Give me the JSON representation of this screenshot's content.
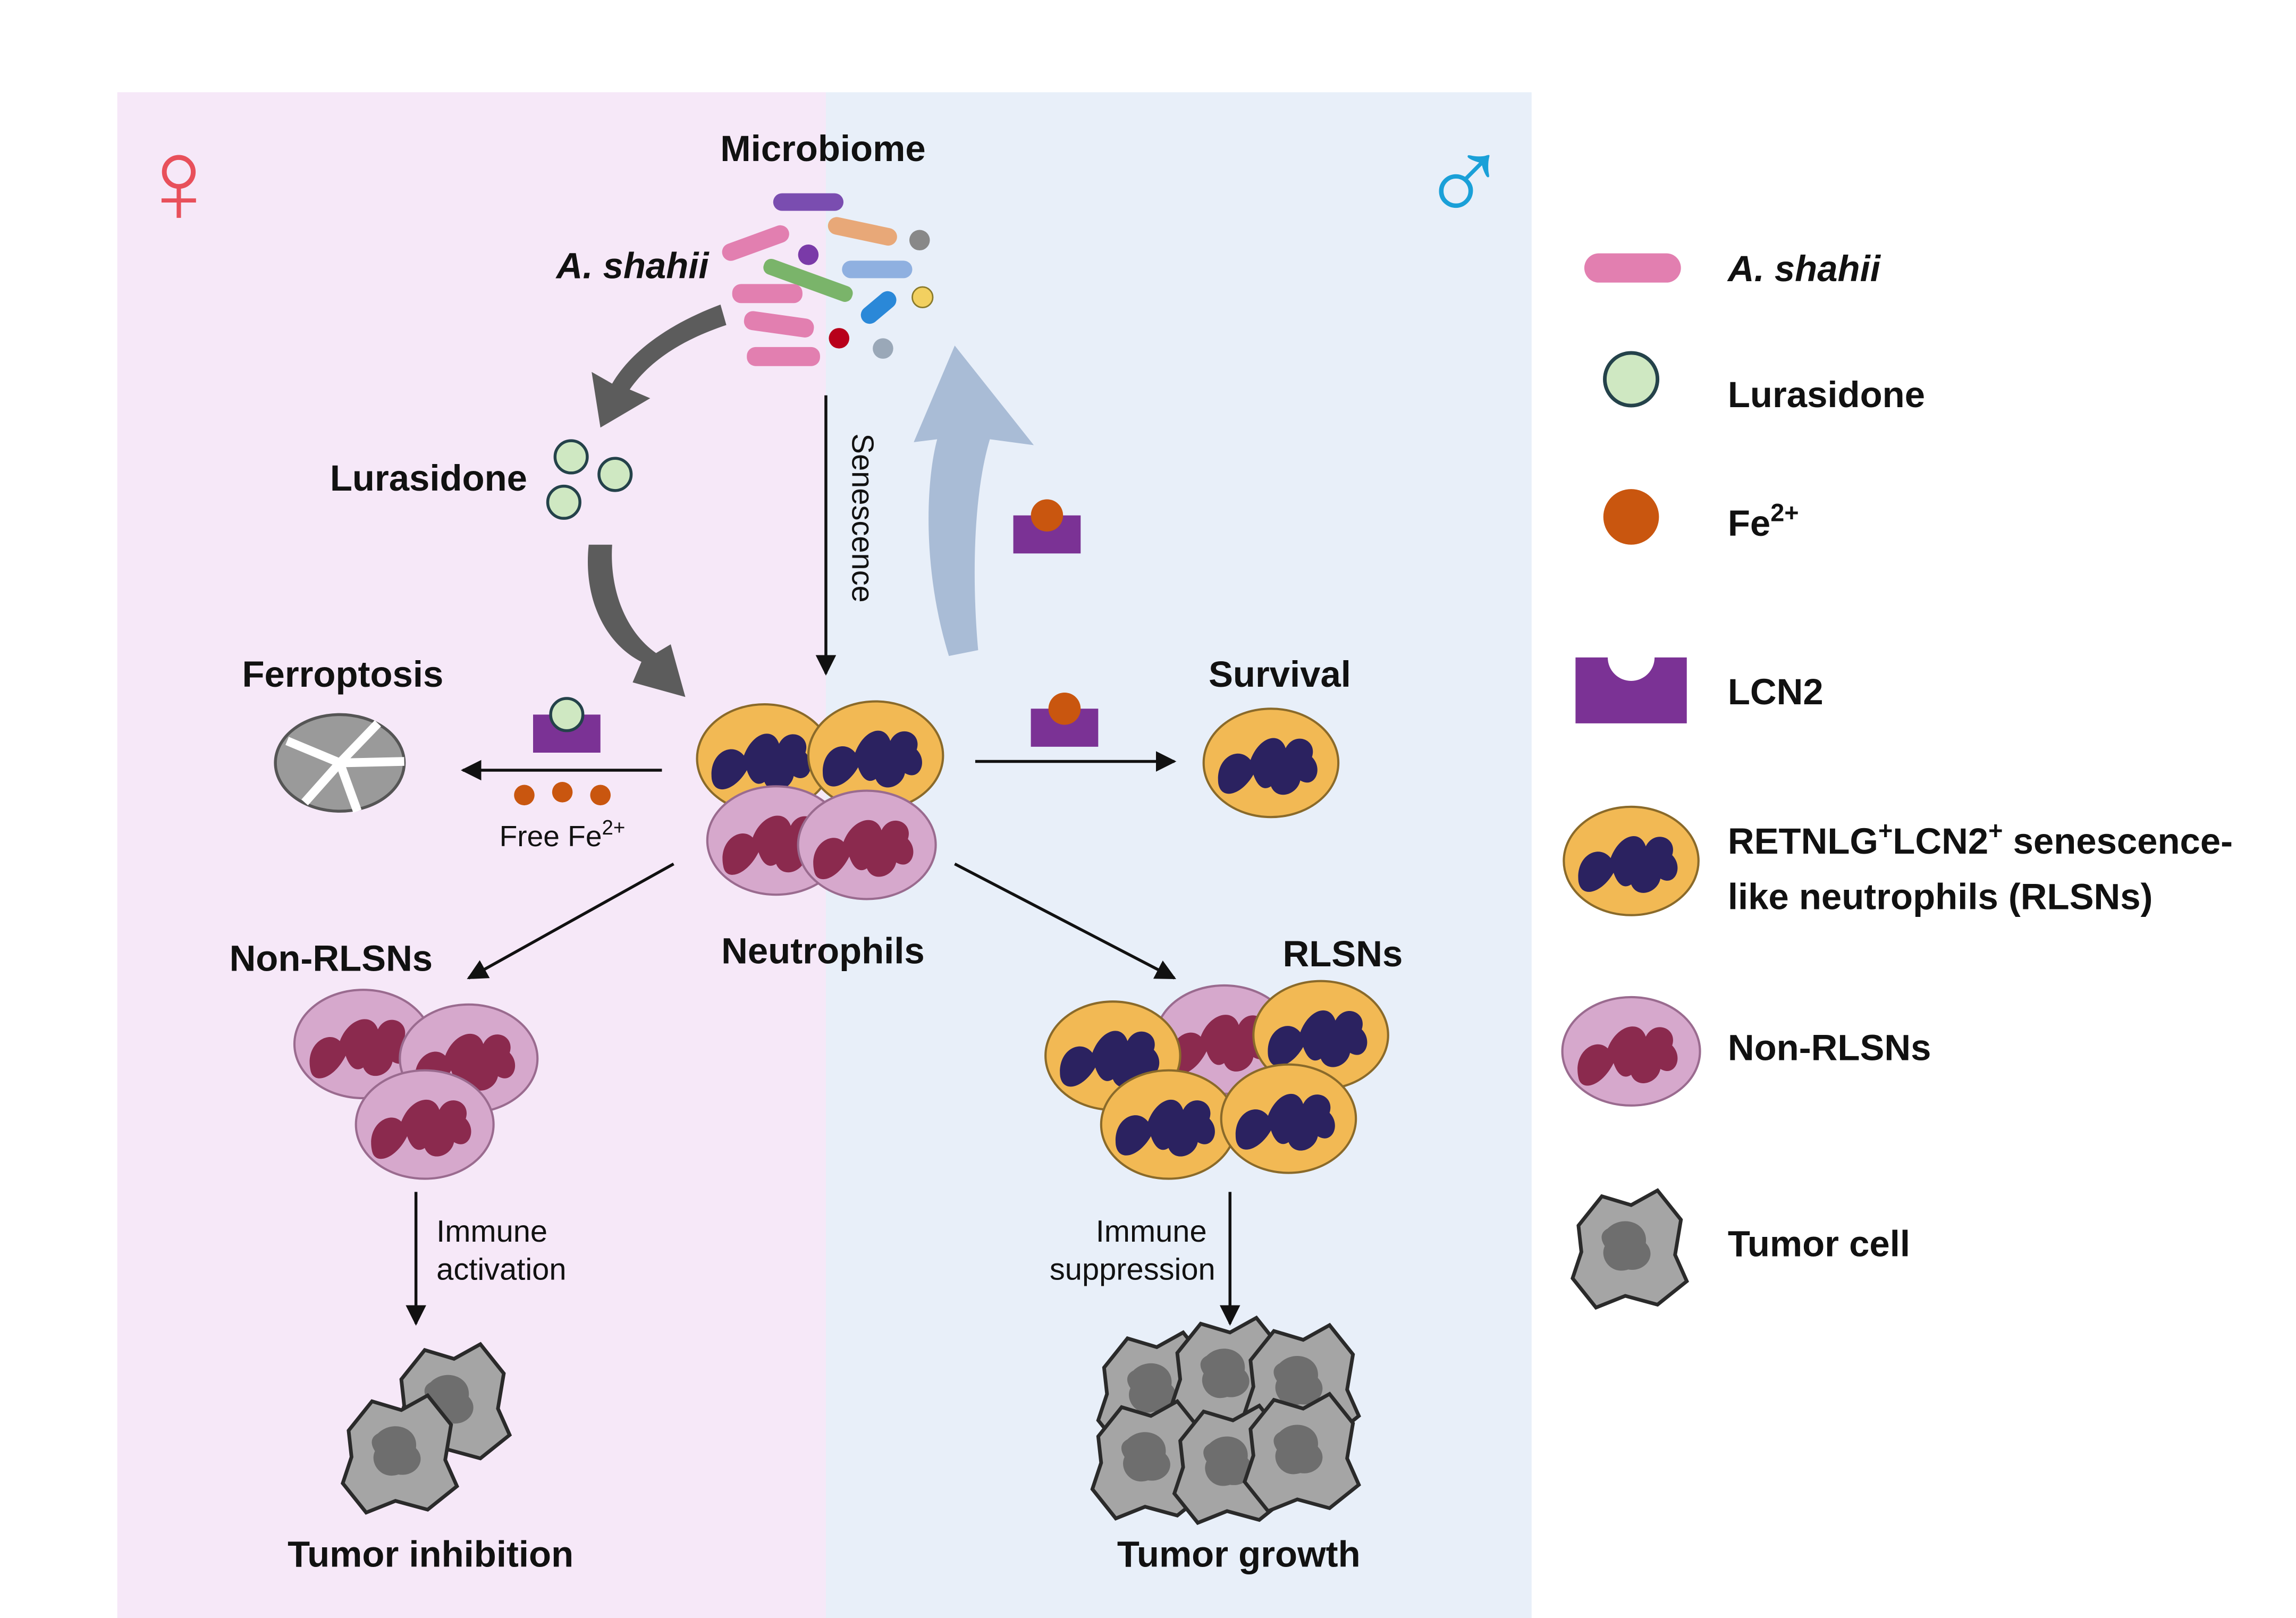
{
  "symbols": {
    "female": "♀",
    "male": "♂"
  },
  "labels": {
    "microbiome": "Microbiome",
    "a_shahii": "A. shahii",
    "lurasidone": "Lurasidone",
    "senescence": "Senescence",
    "ferroptosis": "Ferroptosis",
    "free_fe_base": "Free Fe",
    "free_fe_sup": "2+",
    "survival": "Survival",
    "neutrophils": "Neutrophils",
    "non_rlsns": "Non-RLSNs",
    "rlsns": "RLSNs",
    "immune_activation_1": "Immune",
    "immune_activation_2": "activation",
    "immune_suppression_1": "Immune",
    "immune_suppression_2": "suppression",
    "tumor_inhibition": "Tumor inhibition",
    "tumor_growth": "Tumor growth"
  },
  "legend": {
    "a_shahii": "A. shahii",
    "lurasidone": "Lurasidone",
    "fe_base": "Fe",
    "fe_sup": "2+",
    "lcn2": "LCN2",
    "rlsn_1a": "RETNLG",
    "rlsn_1b": "+",
    "rlsn_1c": "LCN2",
    "rlsn_1d": "+",
    "rlsn_1e": " senescence-",
    "rlsn_2": "like neutrophils (RLSNs)",
    "non_rlsns": "Non-RLSNs",
    "tumor_cell": "Tumor cell"
  },
  "colors": {
    "female_panel": "#f6e8f8",
    "male_panel": "#e8eff9",
    "female_symbol": "#e8505b",
    "male_symbol": "#1aa0d8",
    "rlsn_body": "#f2b954",
    "rlsn_nucleus": "#2b2260",
    "non_rlsn_body": "#d6a8cc",
    "non_rlsn_nucleus": "#8b2a4e",
    "lcn2": "#7b3295",
    "fe": "#c9560f",
    "lurasidone": "#cfe8c2",
    "a_shahii": "#e27fb0",
    "tumor": "#9d9d9d",
    "big_arrow_grey": "#5c5c5c",
    "big_arrow_blue": "#a9bcd6"
  }
}
